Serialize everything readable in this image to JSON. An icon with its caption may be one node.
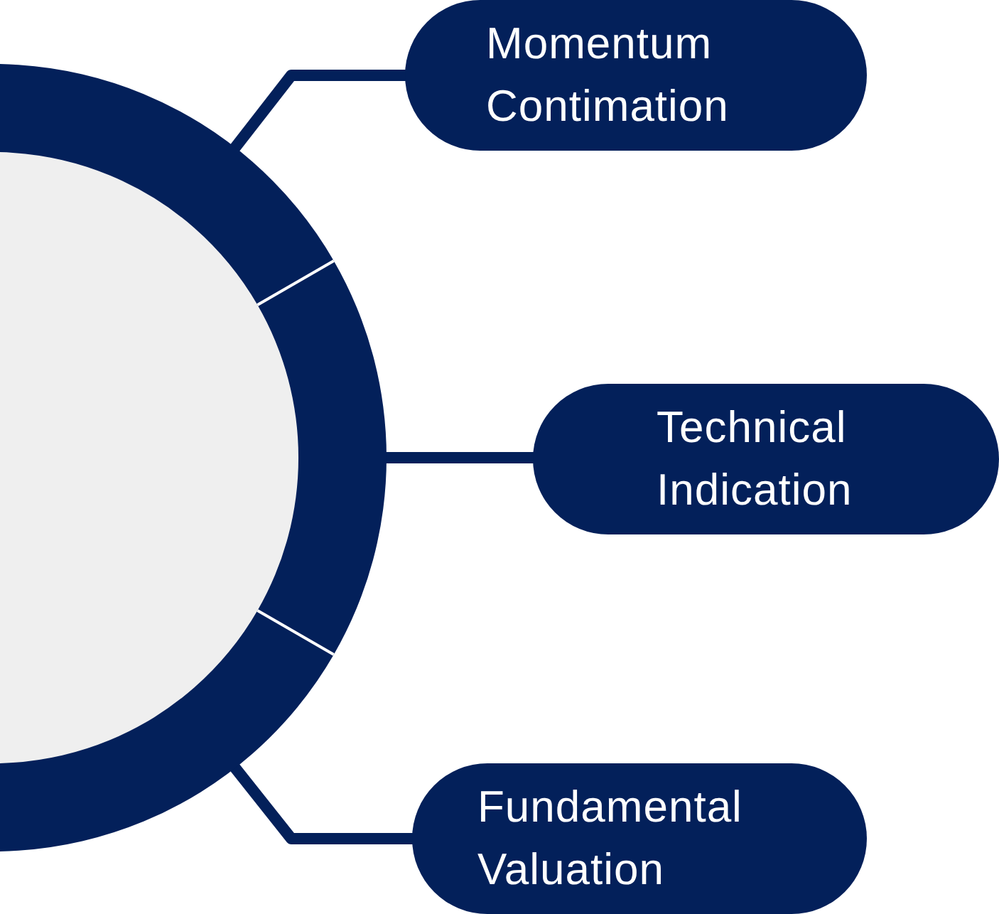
{
  "diagram": {
    "nodes": [
      {
        "text": [],
        "shape": "circle"
      },
      {
        "text": [
          "Momentum Contimation"
        ]
      },
      {
        "text": [
          "Technical Indication"
        ]
      },
      {
        "text": [
          "Fundamental Valuation"
        ]
      }
    ],
    "edges": [
      {
        "from": 0,
        "to": 1,
        "arrow": "none"
      },
      {
        "from": 0,
        "to": 2,
        "arrow": "none"
      },
      {
        "from": 0,
        "to": 3,
        "arrow": "none"
      }
    ]
  }
}
